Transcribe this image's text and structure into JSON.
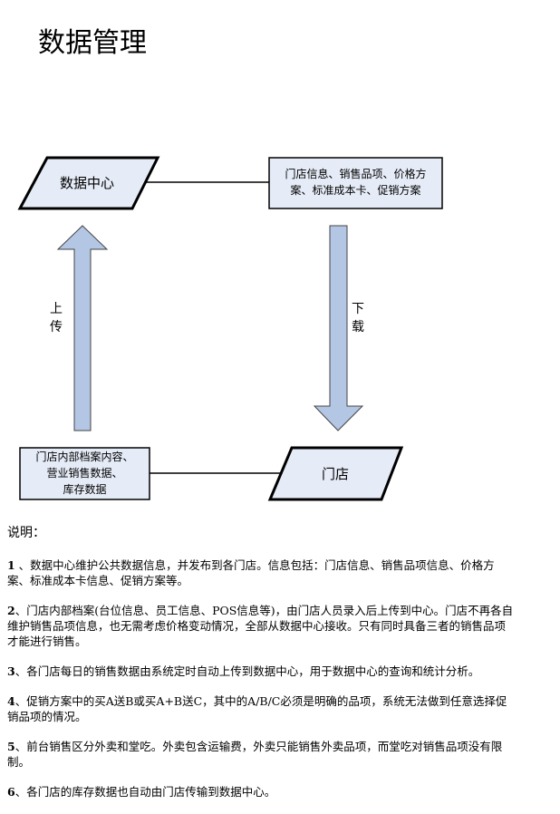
{
  "title": "数据管理",
  "diagram": {
    "data_center": "数据中心",
    "store": "门店",
    "download_box": [
      "门店信息、销售品项、价格方",
      "案、标准成本卡、促销方案"
    ],
    "upload_box": [
      "门店内部档案内容、",
      "营业销售数据、",
      "库存数据"
    ],
    "upload_label": [
      "上",
      "传"
    ],
    "download_label": [
      "下",
      "载"
    ],
    "fill_color": "#e6ecf7",
    "arrow_color": "#b3c6e4"
  },
  "notes": {
    "heading": "说明：",
    "items": [
      {
        "num": "1",
        "text": " 、数据中心维护公共数据信息，并发布到各门店。信息包括：门店信息、销售品项信息、价格方案、标准成本卡信息、促销方案等。"
      },
      {
        "num": "2",
        "text": "、门店内部档案(台位信息、员工信息、POS信息等)，由门店人员录入后上传到中心。门店不再各自维护销售品项信息，也无需考虑价格变动情况，全部从数据中心接收。只有同时具备三者的销售品项才能进行销售。"
      },
      {
        "num": "3",
        "text": "、各门店每日的销售数据由系统定时自动上传到数据中心，用于数据中心的查询和统计分析。"
      },
      {
        "num": "4",
        "text": "、促销方案中的买A送B或买A+B送C，其中的A/B/C必须是明确的品项，系统无法做到任意选择促销品项的情况。"
      },
      {
        "num": "5",
        "text": "、前台销售区分外卖和堂吃。外卖包含运输费，外卖只能销售外卖品项，而堂吃对销售品项没有限制。"
      },
      {
        "num": "6",
        "text": "、各门店的库存数据也自动由门店传输到数据中心。"
      }
    ]
  }
}
